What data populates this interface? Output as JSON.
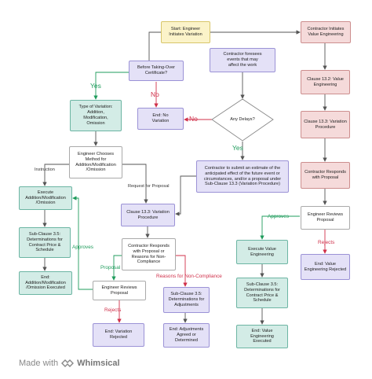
{
  "nodes": {
    "start": "Start: Engineer\nInitiates Variation",
    "contractor_initiates": "Contractor Initiates\nValue Engineering",
    "before_taking_over": "Before Taking-Over\nCertificate?",
    "contractor_foresees": "Contractor foresees\nevents that may\naffect the work",
    "clause_13_2": "Clause 13.2: Value\nEngineering",
    "type_of_variation": "Type of Variation:\nAddition,\nModification,\nOmission",
    "end_no_variation": "End: No\nVariation",
    "any_delays": "Any Delays?",
    "clause_13_3_right": "Clause 13.3: Variation\nProcedure",
    "engineer_chooses": "Engineer Chooses\nMethod for\nAddition/Modification\n/Omission",
    "contractor_submit": "Contractor to submit an estimate of the\nanticipated effect of the future event or\ncircumstances, and/or a proposal under\nSub-Clause 13.3 (Variation Procedure)",
    "contractor_responds_right": "Contractor Responds\nwith Proposal",
    "execute": "Execute\nAddition/Modification\n/Omission",
    "clause_13_3_mid": "Clause 13.3: Variation\nProcedure",
    "engineer_reviews_right": "Engineer Reviews\nProposal",
    "sub_clause_3_5_left": "Sub-Clause 3.5:\nDeterminations for\nContract Price &\nSchedule",
    "contractor_responds_mid": "Contractor Responds\nwith Proposal or\nReasons for Non-\nCompliance",
    "execute_value": "Execute Value\nEngineering",
    "end_value_rejected": "End: Value\nEngineering Rejected",
    "end_addition_executed": "End:\nAddition/Modification\n/Omission Executed",
    "engineer_reviews_mid": "Engineer Reviews\nProposal",
    "sub_clause_3_5_adjust": "Sub-Clause 3.5:\nDeterminations for\nAdjustments",
    "sub_clause_3_5_right": "Sub-Clause 3.5:\nDeterminations for\nContract Price &\nSchedule",
    "end_variation_rejected": "End: Variation\nRejected",
    "end_adjustments": "End: Adjustments\nAgreed or\nDetermined",
    "end_value_executed": "End: Value\nEngineering\nExecuted"
  },
  "labels": {
    "yes_left": "Yes",
    "no_left": "No",
    "no_delays": "No",
    "yes_delays": "Yes",
    "instruction": "Instruction",
    "request_for_proposal": "Request for Proposal",
    "approves_right": "Approves",
    "rejects_right": "Rejects",
    "approves_left": "Approves",
    "proposal": "Proposal",
    "reasons_non_compliance": "Reasons for Non-Compliance",
    "rejects_mid": "Rejects"
  },
  "footer": {
    "made_with": "Made with",
    "brand": "Whimsical"
  },
  "colors": {
    "yellow": "#fbf3c9",
    "purple": "#e4e1f7",
    "teal": "#d3ece6",
    "pink": "#f5dada",
    "green_label": "#1f9c5c",
    "red_label": "#d0304a"
  }
}
